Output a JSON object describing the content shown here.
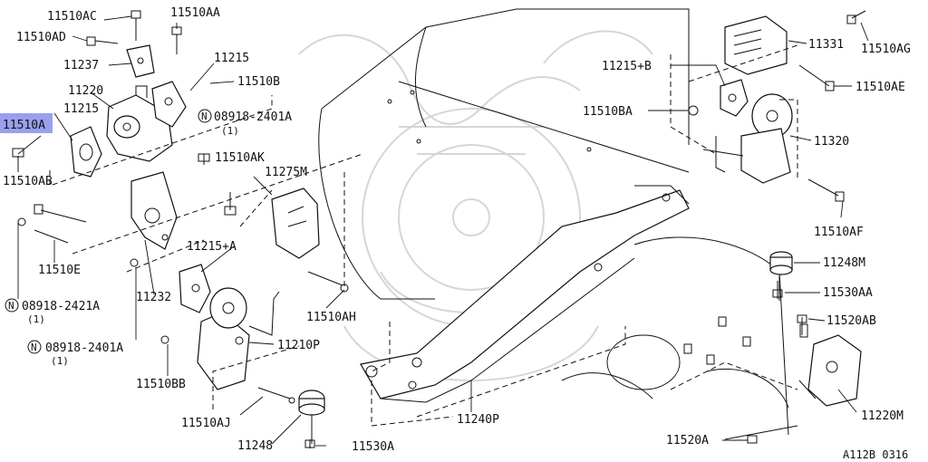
{
  "diagram": {
    "code": "A112B 0316",
    "highlighted": "11510A",
    "labels": {
      "11510AC": "11510AC",
      "11510AA": "11510AA",
      "11510AD": "11510AD",
      "11237": "11237",
      "11215_top": "11215",
      "11510B": "11510B",
      "11220": "11220",
      "11215_left": "11215",
      "11510A": "11510A",
      "08918_2401A_top": "08918-2401A",
      "08918_2401A_top_qty": "(1)",
      "11510AK": "11510AK",
      "11510AB": "11510AB",
      "11275M": "11275M",
      "11510E": "11510E",
      "11215A": "11215+A",
      "08918_2421A": "08918-2421A",
      "08918_2421A_qty": "(1)",
      "11232": "11232",
      "11510AH": "11510AH",
      "08918_2401A_bot": "08918-2401A",
      "08918_2401A_bot_qty": "(1)",
      "11210P": "11210P",
      "11510BB": "11510BB",
      "11510AJ": "11510AJ",
      "11248_bot": "11248",
      "11530A": "11530A",
      "11240P": "11240P",
      "11510AG": "11510AG",
      "11331": "11331",
      "11215B": "11215+B",
      "11510AE": "11510AE",
      "11510BA": "11510BA",
      "11320": "11320",
      "11510AF": "11510AF",
      "11248M": "11248M",
      "11530AA": "11530AA",
      "11520AB": "11520AB",
      "11220M": "11220M",
      "11520A": "11520A"
    },
    "circled_letter": "N"
  }
}
